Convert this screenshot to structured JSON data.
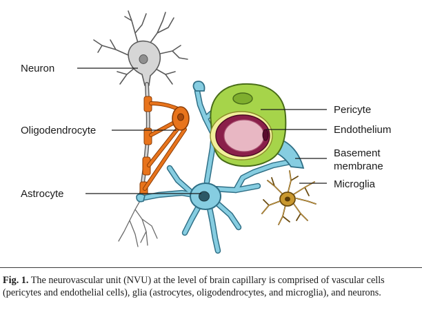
{
  "labels": {
    "neuron": "Neuron",
    "oligodendrocyte": "Oligodendrocyte",
    "astrocyte": "Astrocyte",
    "pericyte": "Pericyte",
    "endothelium": "Endothelium",
    "basement_line1": "Basement",
    "basement_line2": "membrane",
    "microglia": "Microglia"
  },
  "caption": {
    "label": "Fig. 1.",
    "text": " The neurovascular unit (NVU) at the level of brain capillary is comprised of vascular cells (pericytes and endothelial cells), glia (astrocytes, oligodendrocytes, and microglia), and neurons."
  },
  "colors": {
    "neuron": "#d6d6d6",
    "oligodendrocyte": "#e8741c",
    "astrocyte": "#86cde1",
    "pericyte": "#a6d44a",
    "endothelium": "#8a1f4a",
    "lumen": "#e8b7c3",
    "basement_membrane": "#f0ef9a",
    "microglia": "#c9982f"
  }
}
